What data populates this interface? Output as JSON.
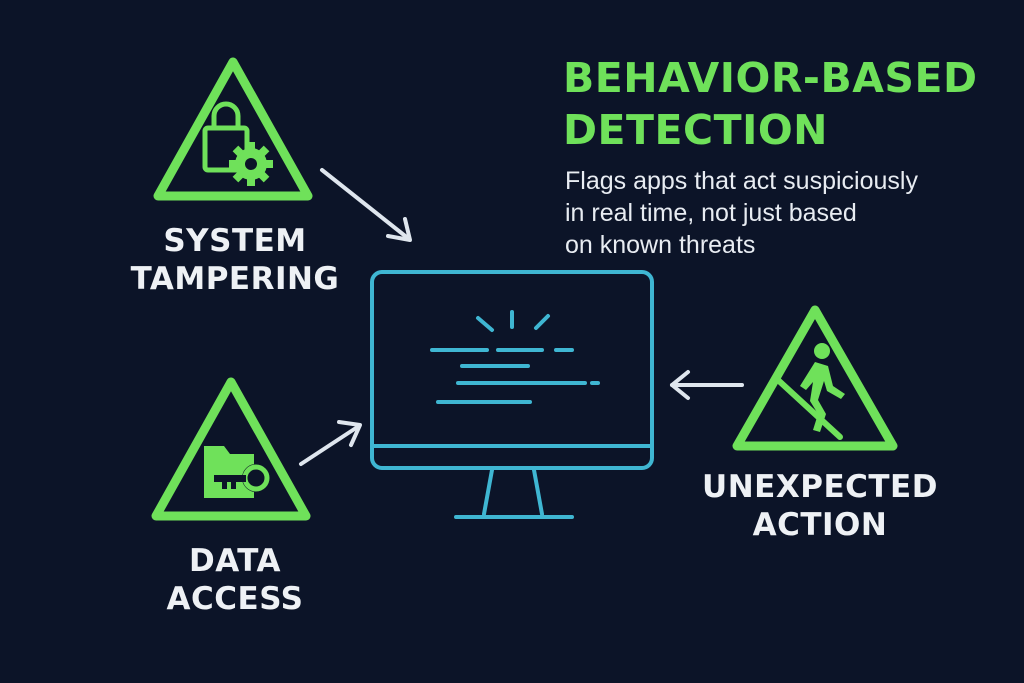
{
  "heading": {
    "line1": "BEHAVIOR-BASED",
    "line2": "DETECTION"
  },
  "description": {
    "line1": "Flags apps that act suspiciously",
    "line2": "in real time, not just based",
    "line3": "on known threats"
  },
  "nodes": {
    "system_tampering": {
      "line1": "SYSTEM",
      "line2": "TAMPERING",
      "icon": "lock-gear-icon"
    },
    "data_access": {
      "line1": "DATA",
      "line2": "ACCESS",
      "icon": "folder-key-icon"
    },
    "unexpected_action": {
      "line1": "UNEXPECTED",
      "line2": "ACTION",
      "icon": "prohibited-walker-icon"
    }
  },
  "center": {
    "icon": "monitor-icon"
  },
  "colors": {
    "background": "#0c1428",
    "accent_green": "#6fe15a",
    "monitor_blue": "#3fb6d2",
    "text": "#eef1f5"
  }
}
